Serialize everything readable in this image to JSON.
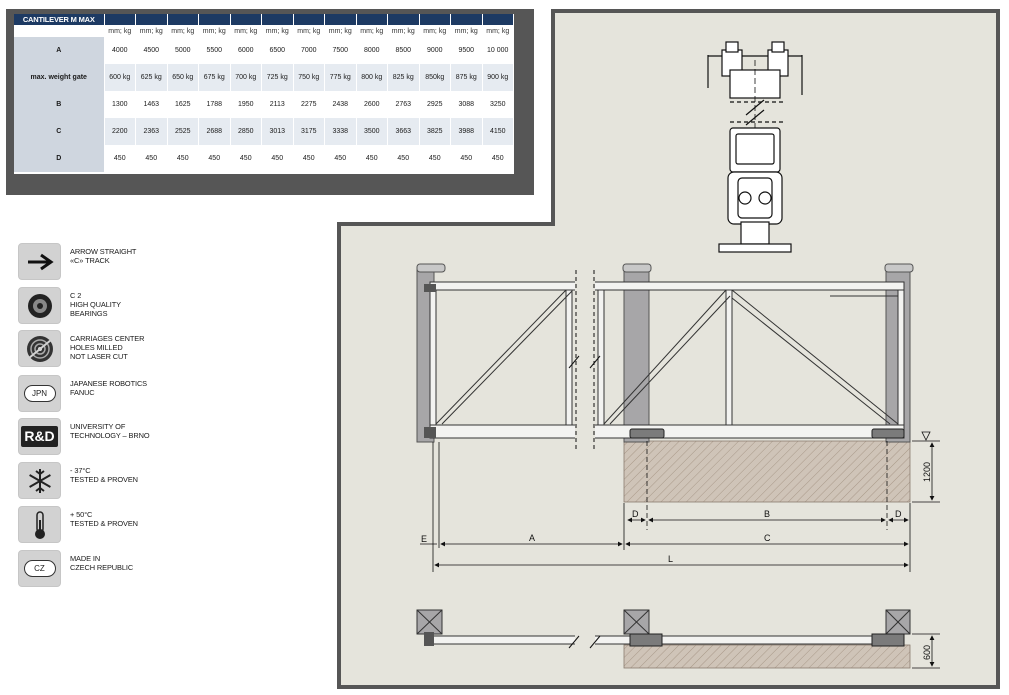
{
  "table": {
    "title": "CANTILEVER M MAX",
    "unit": "mm; kg",
    "rows": [
      {
        "label": "A",
        "values": [
          "4000",
          "4500",
          "5000",
          "5500",
          "6000",
          "6500",
          "7000",
          "7500",
          "8000",
          "8500",
          "9000",
          "9500",
          "10 000"
        ]
      },
      {
        "label": "max. weight gate",
        "values": [
          "600 kg",
          "625 kg",
          "650 kg",
          "675 kg",
          "700 kg",
          "725 kg",
          "750 kg",
          "775 kg",
          "800 kg",
          "825 kg",
          "850kg",
          "875 kg",
          "900 kg"
        ]
      },
      {
        "label": "B",
        "values": [
          "1300",
          "1463",
          "1625",
          "1788",
          "1950",
          "2113",
          "2275",
          "2438",
          "2600",
          "2763",
          "2925",
          "3088",
          "3250"
        ]
      },
      {
        "label": "C",
        "values": [
          "2200",
          "2363",
          "2525",
          "2688",
          "2850",
          "3013",
          "3175",
          "3338",
          "3500",
          "3663",
          "3825",
          "3988",
          "4150"
        ]
      },
      {
        "label": "D",
        "values": [
          "450",
          "450",
          "450",
          "450",
          "450",
          "450",
          "450",
          "450",
          "450",
          "450",
          "450",
          "450",
          "450"
        ]
      }
    ]
  },
  "features": [
    {
      "icon": "arrow-right-icon",
      "text": "ARROW STRAIGHT\n«C» TRACK"
    },
    {
      "icon": "bearing-icon",
      "text": "C 2\nHIGH QUALITY\nBEARINGS"
    },
    {
      "icon": "milled-disc-icon",
      "text": "CARRIAGES CENTER\nHOLES MILLED\nNOT LASER CUT"
    },
    {
      "icon": "jpn-badge-icon",
      "badge": "JPN",
      "text": "JAPANESE ROBOTICS\nFANUC"
    },
    {
      "icon": "rd-badge-icon",
      "badge": "R&D",
      "text": "UNIVERSITY OF\nTECHNOLOGY – BRNO"
    },
    {
      "icon": "snowflake-icon",
      "text": "- 37°C\nTESTED & PROVEN"
    },
    {
      "icon": "thermometer-icon",
      "text": "+ 50°C\nTESTED & PROVEN"
    },
    {
      "icon": "cz-badge-icon",
      "badge": "CZ",
      "text": "MADE IN\nCZECH REPUBLIC"
    }
  ],
  "drawing": {
    "dims": {
      "e": "E",
      "a": "A",
      "b": "B",
      "c": "C",
      "d_left": "D",
      "d_right": "D",
      "l": "L",
      "h_foundation": "1200",
      "h_plan": "600"
    }
  }
}
